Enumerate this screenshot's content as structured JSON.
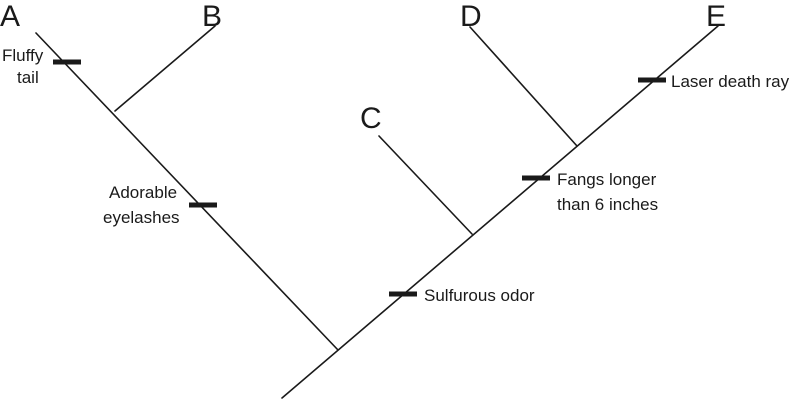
{
  "taxa": {
    "a": "A",
    "b": "B",
    "c": "C",
    "d": "D",
    "e": "E"
  },
  "traits": {
    "fluffy_tail": [
      "Fluffy",
      "tail"
    ],
    "adorable_eyelashes": [
      "Adorable",
      "eyelashes"
    ],
    "sulfurous_odor": [
      "Sulfurous odor"
    ],
    "fangs": [
      "Fangs longer",
      "than 6 inches"
    ],
    "laser": [
      "Laser death ray"
    ]
  }
}
